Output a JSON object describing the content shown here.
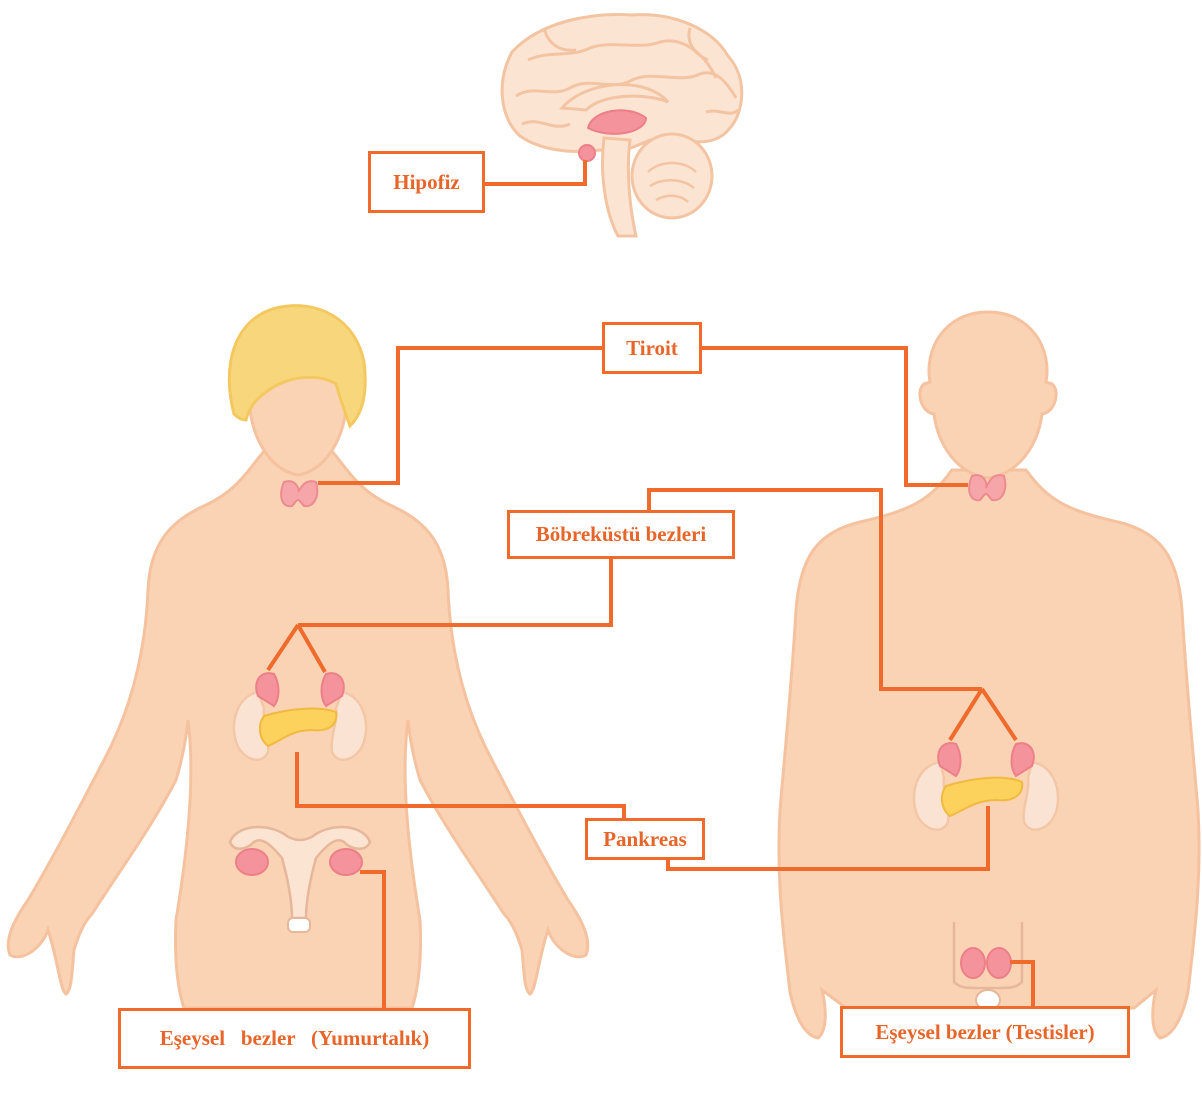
{
  "labels": {
    "pituitary": "Hipofiz",
    "thyroid": "Tiroit",
    "adrenal": "Böbreküstü bezleri",
    "pancreas": "Pankreas",
    "ovaries": "Eşeysel   bezler   (Yumurtalık)",
    "testes": "Eşeysel bezler (Testisler)"
  },
  "colors": {
    "connector": "#ef6a2b",
    "label_text": "#e8652a",
    "skin": "#fad3b4",
    "skin_outline": "#f5c29f",
    "hair": "#f8d77c",
    "gland_pink": "#f4939b",
    "pancreas_yellow": "#fcd25c",
    "kidney": "#fbe3d3"
  }
}
